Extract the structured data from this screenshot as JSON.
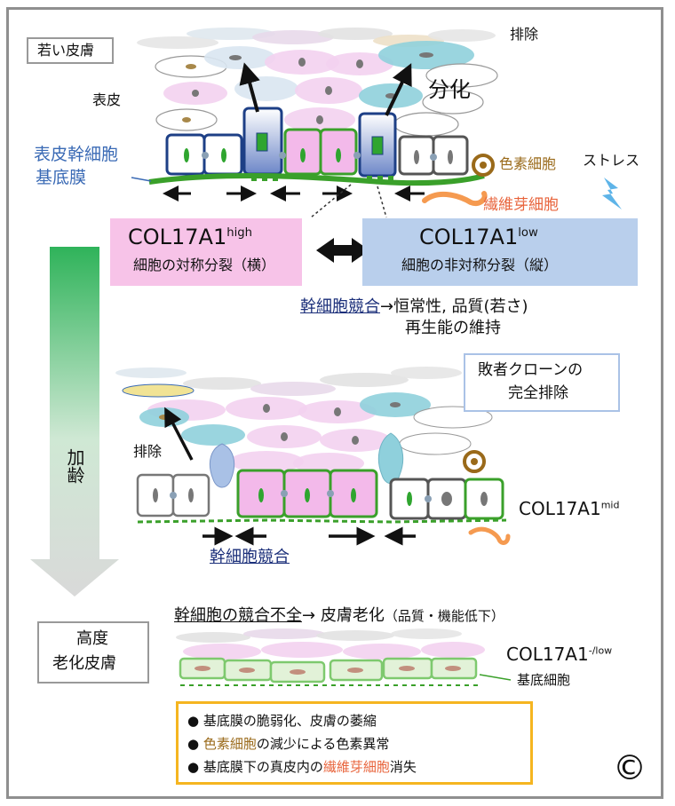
{
  "young": {
    "title": "若い皮膚",
    "epidermis": "表皮",
    "elimination": "排除",
    "differentiation": "分化",
    "stem_cell": "表皮幹細胞",
    "basement": "基底膜",
    "melanocyte": "色素細胞",
    "stress": "ストレス",
    "fibroblast": "繊維芽細胞"
  },
  "col_high": {
    "main": "COL17A1",
    "sup": "high",
    "sub": "細胞の対称分裂（横）",
    "bg": "#f7c3e8"
  },
  "col_low": {
    "main": "COL17A1",
    "sup": "low",
    "sub": "細胞の非対称分裂（縦）",
    "bg": "#b9cfec"
  },
  "competition": {
    "term": "幹細胞競合",
    "rest1": "→恒常性, 品質(若さ)",
    "line2": "再生能の維持"
  },
  "aging": {
    "arrow_label": "加齢"
  },
  "middle": {
    "loser_line1": "敗者クローンの",
    "loser_line2": "完全排除",
    "elimination": "排除",
    "col_mid_main": "COL17A1",
    "col_mid_sup": "mid",
    "competition": "幹細胞競合"
  },
  "old": {
    "title_line1": "高度",
    "title_line2": "老化皮膚",
    "incomplete": "幹細胞の競合不全",
    "aging_arrow": "→",
    "aging_skin": "皮膚老化",
    "quality": "（品質・機能低下）",
    "col_main": "COL17A1",
    "col_sup": "-/low",
    "basal_cell": "基底細胞"
  },
  "summary": {
    "items": [
      {
        "bullet": "●",
        "parts": [
          {
            "text": "基底膜の脆弱化、皮膚の萎縮",
            "color": "#111111"
          }
        ]
      },
      {
        "bullet": "●",
        "parts": [
          {
            "text": "色素細胞",
            "color": "#9a6a1a"
          },
          {
            "text": "の減少による色素異常",
            "color": "#111111"
          }
        ]
      },
      {
        "bullet": "●",
        "parts": [
          {
            "text": "基底膜下の真皮内の",
            "color": "#111111"
          },
          {
            "text": "繊維芽細胞",
            "color": "#e8643c"
          },
          {
            "text": "消失",
            "color": "#111111"
          }
        ]
      }
    ],
    "border": "#f5b520"
  },
  "copyright": "©",
  "colors": {
    "stem_blue": "#3a6ab5",
    "brown": "#9a6a1a",
    "orange": "#e8643c",
    "membrane_green": "#3aa02a",
    "navy": "#1b2f7a"
  }
}
